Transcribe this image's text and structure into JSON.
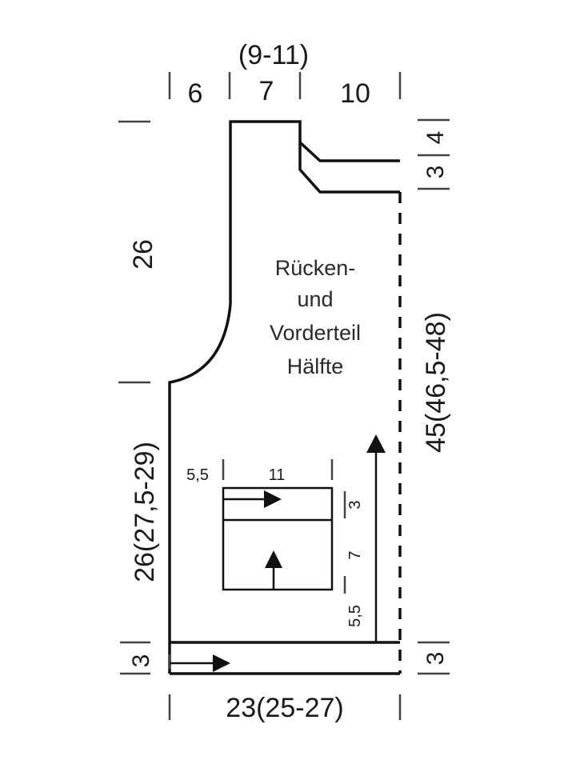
{
  "top": {
    "neck_range": "(9-11)",
    "seg_left": "6",
    "seg_mid": "7",
    "seg_right": "10"
  },
  "left": {
    "upper_height": "26",
    "lower_height": "26(27,5-29)",
    "hem": "3"
  },
  "right": {
    "shoulder_top": "4",
    "shoulder_step": "3",
    "total_height": "45(46,5-48)",
    "hem": "3"
  },
  "bottom": {
    "width": "23(25-27)"
  },
  "center_label": {
    "line1": "Rücken-",
    "line2": "und",
    "line3": "Vorderteil",
    "line4": "Hälfte"
  },
  "pocket": {
    "offset_left": "5,5",
    "width": "11",
    "band_height": "3",
    "body_height": "7",
    "offset_bottom": "5,5"
  },
  "colors": {
    "line": "#111111",
    "text": "#1a1a1a"
  }
}
